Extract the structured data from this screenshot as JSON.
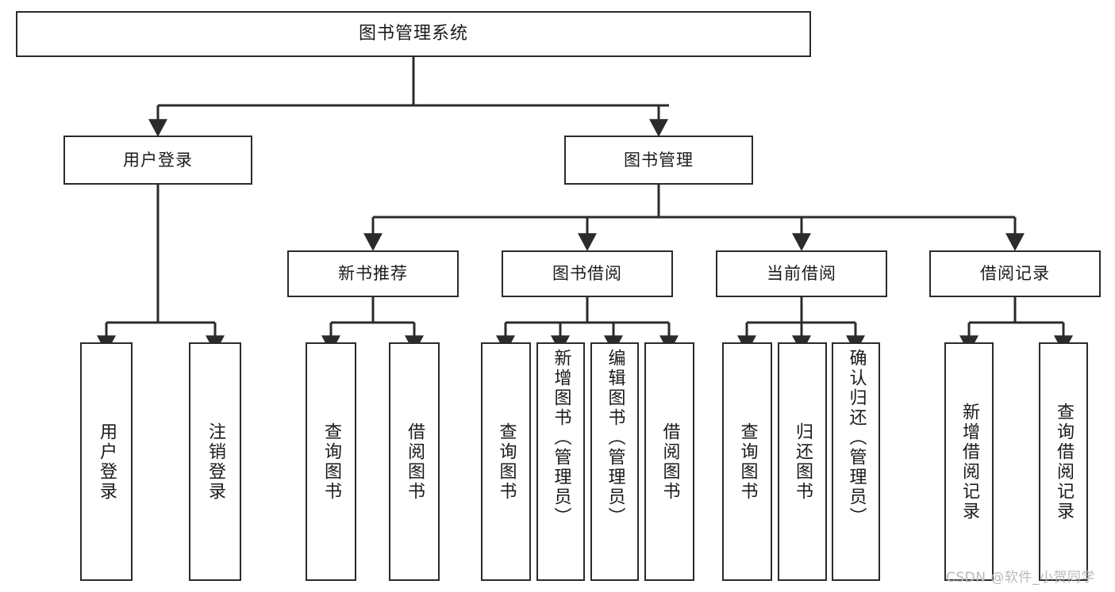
{
  "diagram": {
    "title": "图书管理系统",
    "type": "tree-hierarchy-chart",
    "stroke_color": "#2b2b2b",
    "background_color": "#ffffff",
    "root": {
      "label": "图书管理系统"
    },
    "level2": [
      {
        "label": "用户登录"
      },
      {
        "label": "图书管理"
      }
    ],
    "level3": [
      {
        "label": "新书推荐"
      },
      {
        "label": "图书借阅"
      },
      {
        "label": "当前借阅"
      },
      {
        "label": "借阅记录"
      }
    ],
    "leaves": {
      "user_login": [
        {
          "label": "用户登录"
        },
        {
          "label": "注销登录"
        }
      ],
      "new_book_recommend": [
        {
          "label": "查询图书"
        },
        {
          "label": "借阅图书"
        }
      ],
      "book_borrow": [
        {
          "label": "查询图书"
        },
        {
          "label": "新增图书（管理员）"
        },
        {
          "label": "编辑图书（管理员）"
        },
        {
          "label": "借阅图书"
        }
      ],
      "current_borrow": [
        {
          "label": "查询图书"
        },
        {
          "label": "归还图书"
        },
        {
          "label": "确认归还（管理员）"
        }
      ],
      "borrow_record": [
        {
          "label": "新增借阅记录"
        },
        {
          "label": "查询借阅记录"
        }
      ]
    }
  },
  "watermark": {
    "text": "CSDN @软件_小贺同学"
  }
}
